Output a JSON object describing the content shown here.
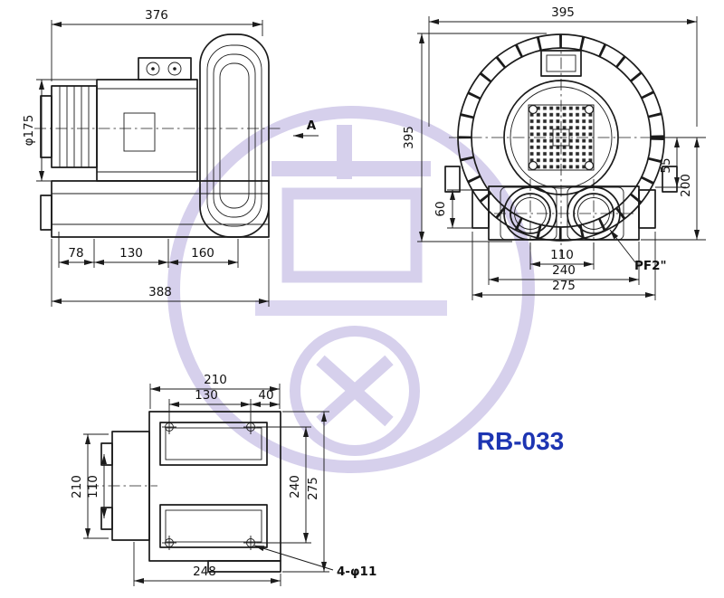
{
  "model": {
    "label": "RB-033",
    "color": "#1d35b2"
  },
  "side_view": {
    "top_width": "376",
    "motor_diameter": "φ175",
    "base_seg_1": "78",
    "base_seg_2": "130",
    "base_seg_3": "160",
    "overall_width": "388",
    "view_arrow": "A"
  },
  "front_view": {
    "overall_width": "395",
    "overall_height": "395",
    "port_offset": "55",
    "center_height": "200",
    "flange_offset": "60",
    "port_spacing": "110",
    "bolt_spacing": "240",
    "base_width": "275",
    "thread_label": "PF2\""
  },
  "bottom_view": {
    "slot_width": "210",
    "hole_spacing_x": "130",
    "edge_offset": "40",
    "flange_height": "210",
    "tab_spacing": "110",
    "hole_spacing_y": "240",
    "overall_height": "275",
    "base_width": "248",
    "holes_label": "4-φ11"
  }
}
